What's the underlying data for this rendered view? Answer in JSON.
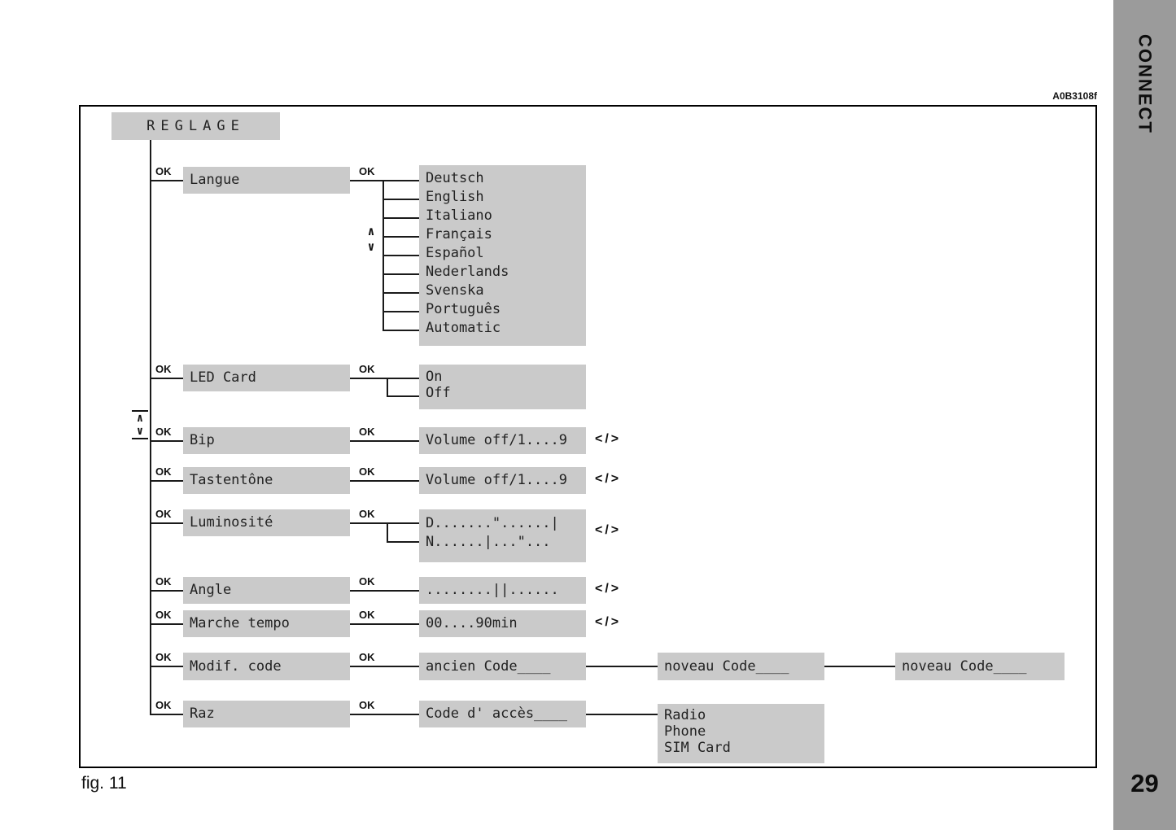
{
  "page": {
    "image_code": "A0B3108f",
    "figure_label": "fig. 11",
    "sidebar_title": "CONNECT",
    "page_number": "29"
  },
  "labels": {
    "ok": "OK",
    "left_right": "</>",
    "up": "∧",
    "down": "∨"
  },
  "menu": {
    "root": "REGLAGE",
    "langue": {
      "label": "Langue",
      "options": [
        "Deutsch",
        "English",
        "Italiano",
        "Français",
        "Español",
        "Nederlands",
        "Svenska",
        "Português",
        "Automatic"
      ]
    },
    "led_card": {
      "label": "LED Card",
      "options": [
        "On",
        "Off"
      ]
    },
    "bip": {
      "label": "Bip",
      "value": "Volume off/1....9"
    },
    "tastentone": {
      "label": "Tastentône",
      "value": "Volume off/1....9"
    },
    "luminosite": {
      "label": "Luminosité",
      "value_day": "D.......\"......|",
      "value_night": "N......|...\"..."
    },
    "angle": {
      "label": "Angle",
      "value": "........||......"
    },
    "marche_tempo": {
      "label": "Marche tempo",
      "value": "00....90min"
    },
    "modif_code": {
      "label": "Modif. code",
      "step1": "ancien Code____",
      "step2": "noveau Code____",
      "step3": "noveau Code____"
    },
    "raz": {
      "label": "Raz",
      "step1": "Code d' accès____",
      "options": [
        "Radio",
        "Phone",
        "SIM Card"
      ]
    }
  },
  "colors": {
    "box_bg": "#cacaca",
    "sidebar_bg": "#9b9b9b",
    "line": "#1a1a1a"
  }
}
